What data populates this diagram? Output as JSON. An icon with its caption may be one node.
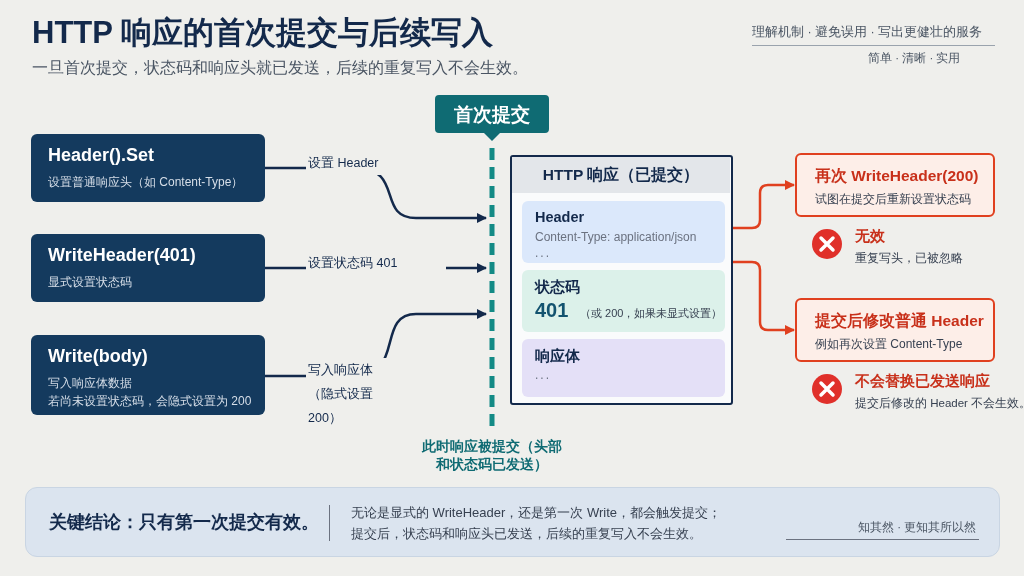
{
  "diagram": {
    "title": "HTTP 响应的首次提交与后续写入",
    "nodes": [
      {
        "text": [
          "首次提交"
        ]
      },
      {
        "text": [
          "Header().Set",
          "设置普通响应头（如 Content-Type）"
        ]
      },
      {
        "text": [
          "WriteHeader(401)",
          "显式设置状态码"
        ]
      },
      {
        "text": [
          "Write(body)",
          "写入响应体数据",
          "若尚未设置状态码，会隐式设置为 200"
        ]
      },
      {
        "text": [],
        "shape": "bar",
        "beside": [
          "此时响应被提交（头部和状态码已发送）"
        ]
      },
      {
        "text": [
          "HTTP 响应（已提交）"
        ]
      },
      {
        "text": [
          "Header",
          "Content-Type: application/json",
          "..."
        ],
        "in": 5
      },
      {
        "text": [
          "状态码",
          "401",
          "（或 200，如果未显式设置）"
        ],
        "in": 5
      },
      {
        "text": [
          "响应体",
          "..."
        ],
        "in": 5
      },
      {
        "text": [
          "再次 WriteHeader(200)",
          "试图在提交后重新设置状态码"
        ],
        "beside": [
          "无效",
          "重复写头，已被忽略"
        ]
      },
      {
        "text": [
          "提交后修改普通 Header",
          "例如再次设置 Content-Type"
        ],
        "beside": [
          "不会替换已发送响应",
          "提交后修改的 Header 不会生效。"
        ]
      },
      {
        "text": [
          "关键结论：只有第一次提交有效。",
          "无论是显式的 WriteHeader，还是第一次 Write，都会触发提交；提交后，状态码和响应头已发送，后续的重复写入不会生效。",
          "知其然 · 更知其所以然"
        ]
      }
    ],
    "edges": [
      {
        "from": 1,
        "to": 4,
        "arrow": "to",
        "label": "设置 Header"
      },
      {
        "from": 2,
        "to": 4,
        "arrow": "to",
        "label": "设置状态码 401"
      },
      {
        "from": 3,
        "to": 4,
        "arrow": "to",
        "label": "写入响应体（隐式设置 200）"
      },
      {
        "from": 5,
        "to": 9,
        "arrow": "to",
        "color": "#e0401f"
      },
      {
        "from": 5,
        "to": 10,
        "arrow": "to",
        "color": "#e0401f"
      }
    ],
    "labels": [
      "一旦首次提交，状态码和响应头就已发送，后续的重复写入不会生效。",
      "理解机制 · 避免误用 · 写出更健壮的服务",
      "简单 · 清晰 · 实用"
    ]
  }
}
